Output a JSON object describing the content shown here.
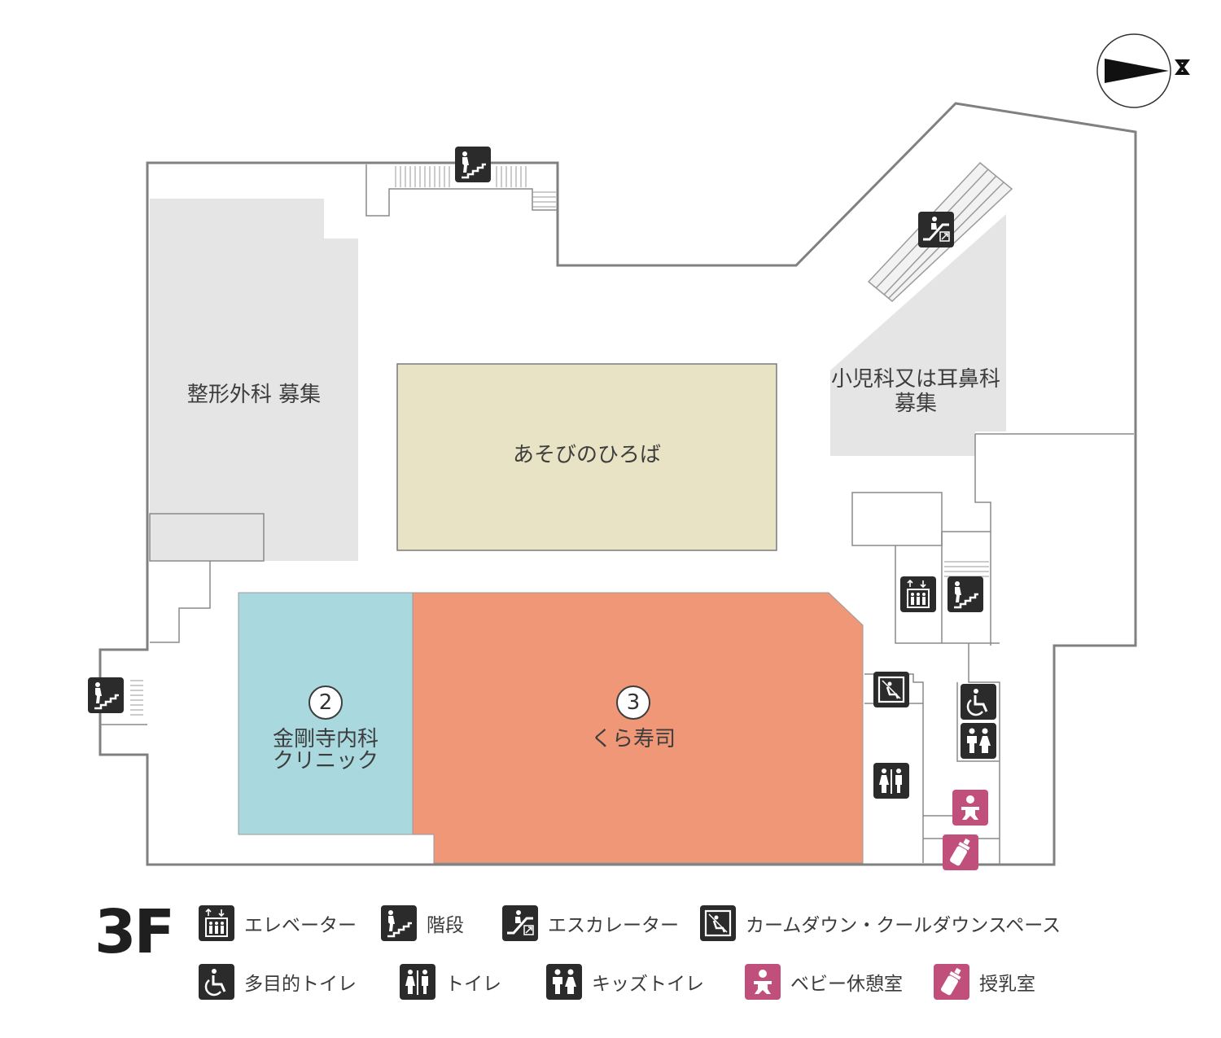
{
  "floor": "3F",
  "compass": {
    "north_label": "N"
  },
  "areas": {
    "orthopedics": "整形外科 募集",
    "pediatrics_line1": "小児科又は耳鼻科",
    "pediatrics_line2": "募集",
    "playground": "あそびのひろば",
    "clinic_number": "2",
    "clinic_line1": "金剛寺内科",
    "clinic_line2": "クリニック",
    "sushi_number": "3",
    "sushi_name": "くら寿司"
  },
  "colors": {
    "outline": "#808080",
    "vacant": "#e5e5e5",
    "playground": "#e8e3c4",
    "clinic": "#a9d9df",
    "sushi": "#ef9777",
    "icon_dark": "#2b2b2b",
    "icon_pink": "#c14f7c"
  },
  "legend": [
    {
      "icon": "elevator-icon",
      "label": "エレベーター",
      "color": "dark"
    },
    {
      "icon": "stairs-icon",
      "label": "階段",
      "color": "dark"
    },
    {
      "icon": "escalator-icon",
      "label": "エスカレーター",
      "color": "dark"
    },
    {
      "icon": "calm-down-space-icon",
      "label": "カームダウン・クールダウンスペース",
      "color": "dark"
    },
    {
      "icon": "multipurpose-toilet-icon",
      "label": "多目的トイレ",
      "color": "dark"
    },
    {
      "icon": "toilet-icon",
      "label": "トイレ",
      "color": "dark"
    },
    {
      "icon": "kids-toilet-icon",
      "label": "キッズトイレ",
      "color": "dark"
    },
    {
      "icon": "baby-rest-room-icon",
      "label": "ベビー休憩室",
      "color": "pink"
    },
    {
      "icon": "nursing-room-icon",
      "label": "授乳室",
      "color": "pink"
    }
  ]
}
